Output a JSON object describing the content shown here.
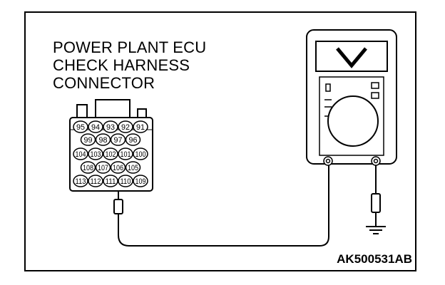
{
  "diagram": {
    "title_lines": [
      "POWER PLANT ECU",
      "CHECK HARNESS",
      "CONNECTOR"
    ],
    "figure_code": "AK500531AB",
    "connector_rows": [
      [
        "95",
        "94",
        "93",
        "92",
        "91"
      ],
      [
        "99",
        "98",
        "97",
        "96"
      ],
      [
        "104",
        "103",
        "102",
        "101",
        "100"
      ],
      [
        "108",
        "107",
        "106",
        "105"
      ],
      [
        "113",
        "112",
        "111",
        "110",
        "109"
      ]
    ],
    "probe_pin": "106",
    "meter_mode_icon": "voltage-v-symbol",
    "ground_icon": "ground-symbol"
  }
}
